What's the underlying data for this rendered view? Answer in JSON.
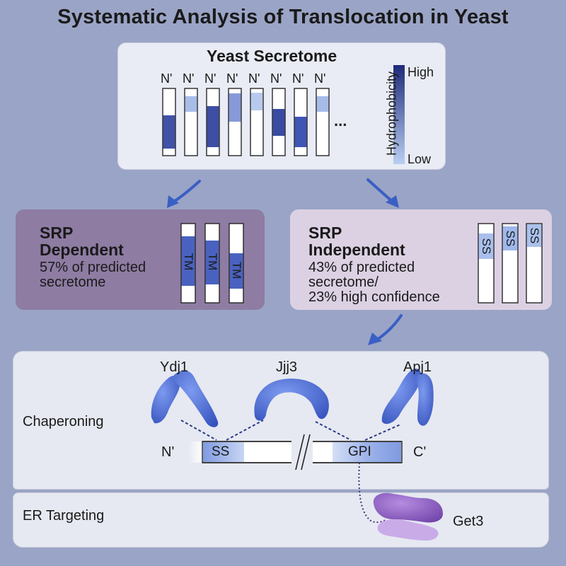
{
  "title": "Systematic Analysis of Translocation in Yeast",
  "secretome": {
    "heading": "Yeast Secretome",
    "n_label": "N'",
    "ellipsis": "...",
    "scale_title": "Hydrophobicity",
    "scale_high": "High",
    "scale_low": "Low"
  },
  "srp_dependent": {
    "line1": "SRP",
    "line2": "Dependent",
    "desc1": "57% of predicted",
    "desc2": "secretome",
    "bar_label": "TM"
  },
  "srp_independent": {
    "line1": "SRP",
    "line2": "Independent",
    "desc1": "43% of predicted",
    "desc2": "secretome/",
    "desc3": "23% high confidence",
    "bar_label": "SS"
  },
  "chaperones": {
    "left": "Ydj1",
    "middle": "Jjj3",
    "right": "Apj1"
  },
  "protein": {
    "n_term": "N'",
    "c_term": "C'",
    "ss_label": "SS",
    "gpi_label": "GPI"
  },
  "sections": {
    "chaperoning": "Chaperoning",
    "er_targeting": "ER Targeting"
  },
  "get3_label": "Get3",
  "colors": {
    "background": "#9aa4c6",
    "high": "#1e2a78",
    "low": "#a9c1ea",
    "srp_dependent": "#8e7ca3",
    "srp_independent": "#dcd1e3",
    "chaperone": "#4a6ad0",
    "get3": "#8a5cc0"
  }
}
